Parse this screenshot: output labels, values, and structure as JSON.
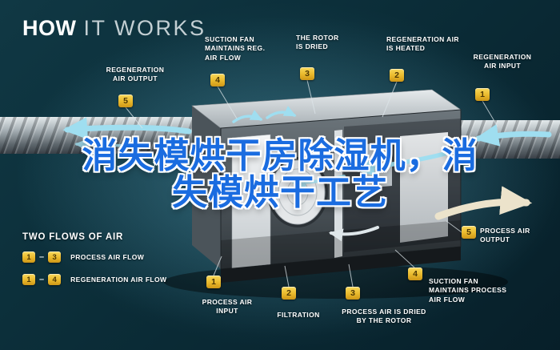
{
  "title": {
    "part1": "HOW",
    "part2": "IT WORKS"
  },
  "overlay": {
    "line1": "消失模烘干房除湿机，消",
    "line2": "失模烘干工艺"
  },
  "callouts": [
    {
      "label": "REGENERATION AIR OUTPUT",
      "badge": "5"
    },
    {
      "label": "SUCTION FAN MAINTAINS REG. AIR FLOW",
      "badge": "4"
    },
    {
      "label": "THE ROTOR IS DRIED",
      "badge": "3"
    },
    {
      "label": "REGENERATION AIR IS HEATED",
      "badge": "2"
    },
    {
      "label": "REGENERATION AIR INPUT",
      "badge": "1"
    },
    {
      "label": "PROCESS AIR OUTPUT",
      "badge": "5"
    },
    {
      "label": "SUCTION FAN MAINTAINS PROCESS AIR FLOW",
      "badge": "4"
    },
    {
      "label": "PROCESS AIR IS DRIED BY THE ROTOR",
      "badge": "3"
    },
    {
      "label": "FILTRATION",
      "badge": "2"
    },
    {
      "label": "PROCESS AIR INPUT",
      "badge": "1"
    }
  ],
  "legend": {
    "title": "TWO FLOWS OF AIR",
    "dash": "–",
    "rows": [
      {
        "start": "1",
        "end": "3",
        "label": "PROCESS AIR FLOW"
      },
      {
        "start": "1",
        "end": "4",
        "label": "REGENERATION AIR FLOW"
      }
    ]
  },
  "colors": {
    "background": "#0b2d38",
    "badge": "#e9b92c",
    "badge_text": "#4e3804",
    "accent_airflow": "#9fdef0",
    "process_arrow": "#ece3cb",
    "overlay_text": "#1a6ce0",
    "label_text": "#ffffff"
  }
}
